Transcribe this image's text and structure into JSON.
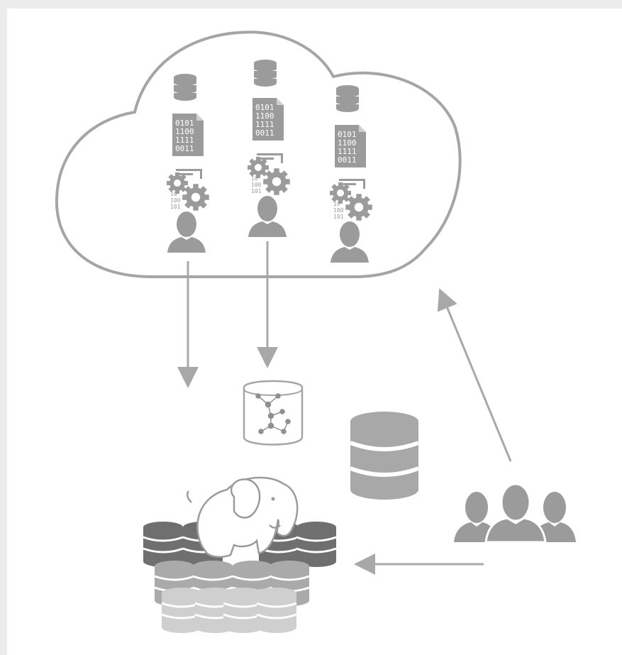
{
  "colors": {
    "outline": "#a5a5a5",
    "icon": "#9b9b9b",
    "arrow": "#a8a8a8",
    "db_dark": "#6f6f6f",
    "db_mid": "#aaaaaa",
    "db_light": "#cfcfcf",
    "graph_icon": "#8f8f8f",
    "elephant_fill": "#ffffff",
    "frame_shadow": "#ececec"
  },
  "binary_doc": {
    "row1": "0101",
    "row2": "1100",
    "row3": "1111",
    "row4": "0011"
  },
  "app_icon": {
    "row1": "10",
    "row2": "100",
    "row3": "101"
  },
  "icons": [
    "cloud-outline",
    "database-icon",
    "binary-document-icon",
    "gears-app-icon",
    "user-icon",
    "graph-database-icon",
    "database-icon-large",
    "hadoop-elephant-icon",
    "users-group-icon"
  ]
}
